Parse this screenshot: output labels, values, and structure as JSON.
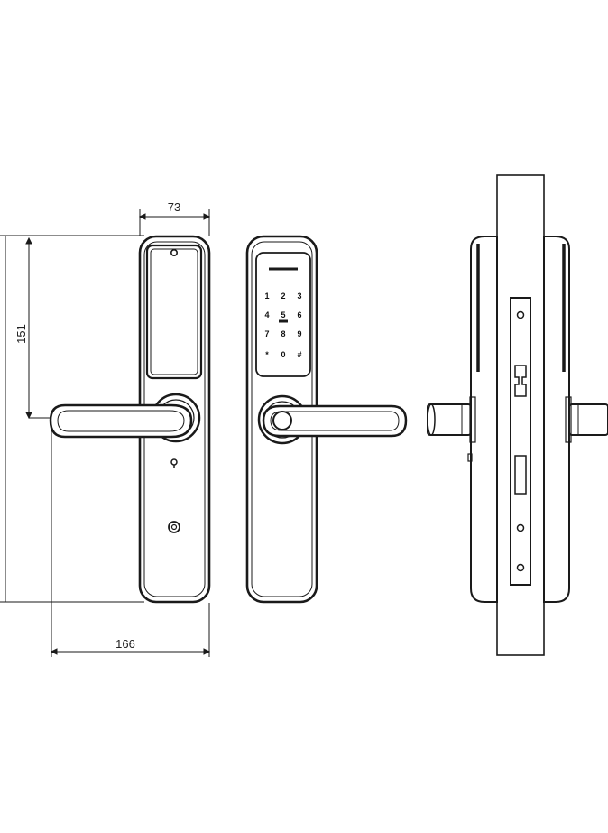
{
  "dimensions": {
    "width_top": "73",
    "height_left": "151",
    "width_bottom": "166"
  },
  "keypad": {
    "keys": [
      "1",
      "2",
      "3",
      "4",
      "5",
      "6",
      "7",
      "8",
      "9",
      "*",
      "0",
      "#"
    ]
  }
}
